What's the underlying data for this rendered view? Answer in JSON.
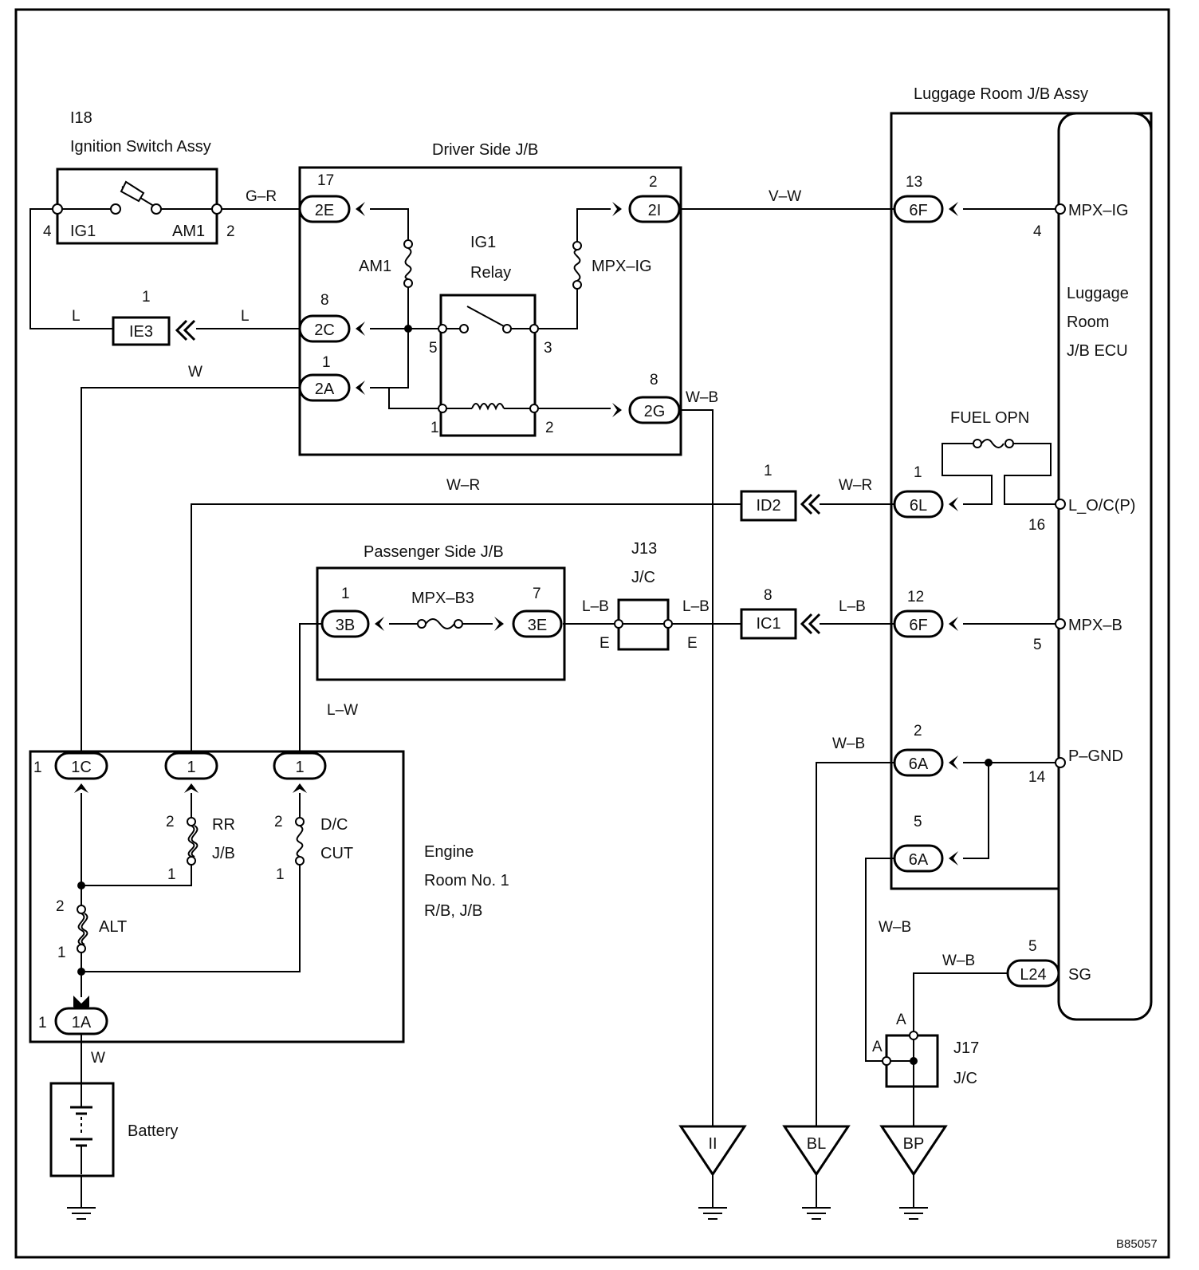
{
  "components": {
    "ignition": {
      "ref": "I18",
      "name": "Ignition Switch Assy",
      "t_left": "IG1",
      "t_right": "AM1",
      "pin_left": "4",
      "pin_right": "2"
    },
    "driver_jb": {
      "name": "Driver Side J/B",
      "c2E": "2E",
      "c2E_pin": "17",
      "c2C": "2C",
      "c2C_pin": "8",
      "c2A": "2A",
      "c2A_pin": "1",
      "c2I": "2I",
      "c2I_pin": "2",
      "c2G": "2G",
      "c2G_pin": "8",
      "fuse_am1": "AM1",
      "fuse_mpxig": "MPX–IG",
      "relay_l1": "IG1",
      "relay_l2": "Relay",
      "relay_p5": "5",
      "relay_p3": "3",
      "relay_p1": "1",
      "relay_p2": "2"
    },
    "ie3": {
      "name": "IE3",
      "pin": "1"
    },
    "luggage_assy": {
      "name": "Luggage Room J/B Assy"
    },
    "luggage_ecu": {
      "l1": "Luggage",
      "l2": "Room",
      "l3": "J/B ECU"
    },
    "ecu_conn": {
      "c6F_top": "6F",
      "c6F_top_pin": "13",
      "c6L": "6L",
      "c6L_pin": "1",
      "c6F_mid": "6F",
      "c6F_mid_pin": "12",
      "c6A_top": "6A",
      "c6A_top_pin": "2",
      "c6A_bot": "6A",
      "c6A_bot_pin": "5",
      "fuel_opn": "FUEL OPN"
    },
    "ecu_terms": {
      "mpx_ig": "MPX–IG",
      "mpx_ig_pin": "4",
      "loc": "L_O/C(P)",
      "loc_pin": "16",
      "mpx_b": "MPX–B",
      "mpx_b_pin": "5",
      "pgnd": "P–GND",
      "pgnd_pin": "14",
      "sg": "SG"
    },
    "id2": {
      "name": "ID2",
      "pin": "1"
    },
    "ic1": {
      "name": "IC1",
      "pin": "8"
    },
    "passenger_jb": {
      "name": "Passenger Side J/B",
      "c3B": "3B",
      "c3B_pin": "1",
      "c3E": "3E",
      "c3E_pin": "7",
      "fuse": "MPX–B3"
    },
    "j13": {
      "ref": "J13",
      "name": "J/C",
      "e_left": "E",
      "e_right": "E"
    },
    "engine_room": {
      "l1": "Engine",
      "l2": "Room No. 1",
      "l3": "R/B, J/B",
      "c1C": "1C",
      "c1C_pin": "1",
      "c1a": "1",
      "c1b": "1",
      "c1A": "1A",
      "c1A_pin": "1",
      "rr_l1": "RR",
      "rr_l2": "J/B",
      "rr_p2": "2",
      "rr_p1": "1",
      "dc_l1": "D/C",
      "dc_l2": "CUT",
      "dc_p2": "2",
      "dc_p1": "1",
      "alt": "ALT",
      "alt_p2": "2",
      "alt_p1": "1"
    },
    "battery": {
      "name": "Battery"
    },
    "l24": {
      "name": "L24",
      "pin": "5"
    },
    "j17": {
      "ref": "J17",
      "name": "J/C",
      "pin_a_top": "A",
      "pin_a_left": "A"
    },
    "grounds": {
      "g1": "II",
      "g2": "BL",
      "g3": "BP"
    }
  },
  "wires": {
    "g_r": "G–R",
    "l_left": "L",
    "l_right": "L",
    "w_top": "W",
    "v_w": "V–W",
    "w_b_2g": "W–B",
    "w_r_left": "W–R",
    "w_r_right": "W–R",
    "l_b_1": "L–B",
    "l_b_2": "L–B",
    "l_b_3": "L–B",
    "l_w": "L–W",
    "w_b_6a": "W–B",
    "w_b_j17": "W–B",
    "w_b_l24": "W–B",
    "w_batt": "W"
  },
  "figure_code": "B85057"
}
